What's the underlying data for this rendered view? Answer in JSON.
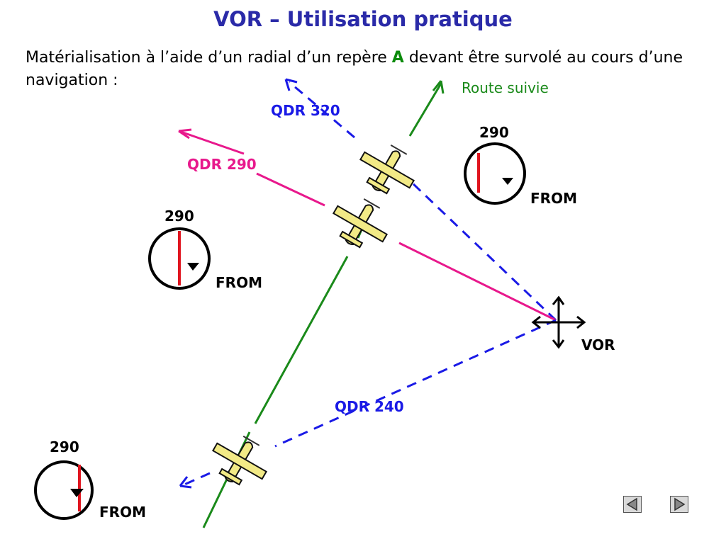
{
  "slide": {
    "title": "VOR – Utilisation pratique",
    "intro_before": "Matérialisation à l’aide d’un radial d’un repère ",
    "intro_letter": "A",
    "intro_after": " devant être survolé au cours d’une navigation :"
  },
  "diagram": {
    "route_label": "Route suivie",
    "station_label": "VOR",
    "radials": [
      {
        "label": "QDR 320",
        "color": "#1a1ae6"
      },
      {
        "label": "QDR 290",
        "color": "#e8188c"
      },
      {
        "label": "QDR 240",
        "color": "#1a1ae6"
      }
    ],
    "instruments": [
      {
        "selected": "290",
        "flag": "FROM",
        "needle": "right-deflection"
      },
      {
        "selected": "290",
        "flag": "FROM",
        "needle": "centered"
      },
      {
        "selected": "290",
        "flag": "FROM",
        "needle": "left-deflection"
      }
    ],
    "route_color": "#1a8a1a",
    "airplane_color": "#f2ea86"
  },
  "navigation": {
    "prev_icon": "triangle-left-icon",
    "next_icon": "triangle-right-icon"
  }
}
